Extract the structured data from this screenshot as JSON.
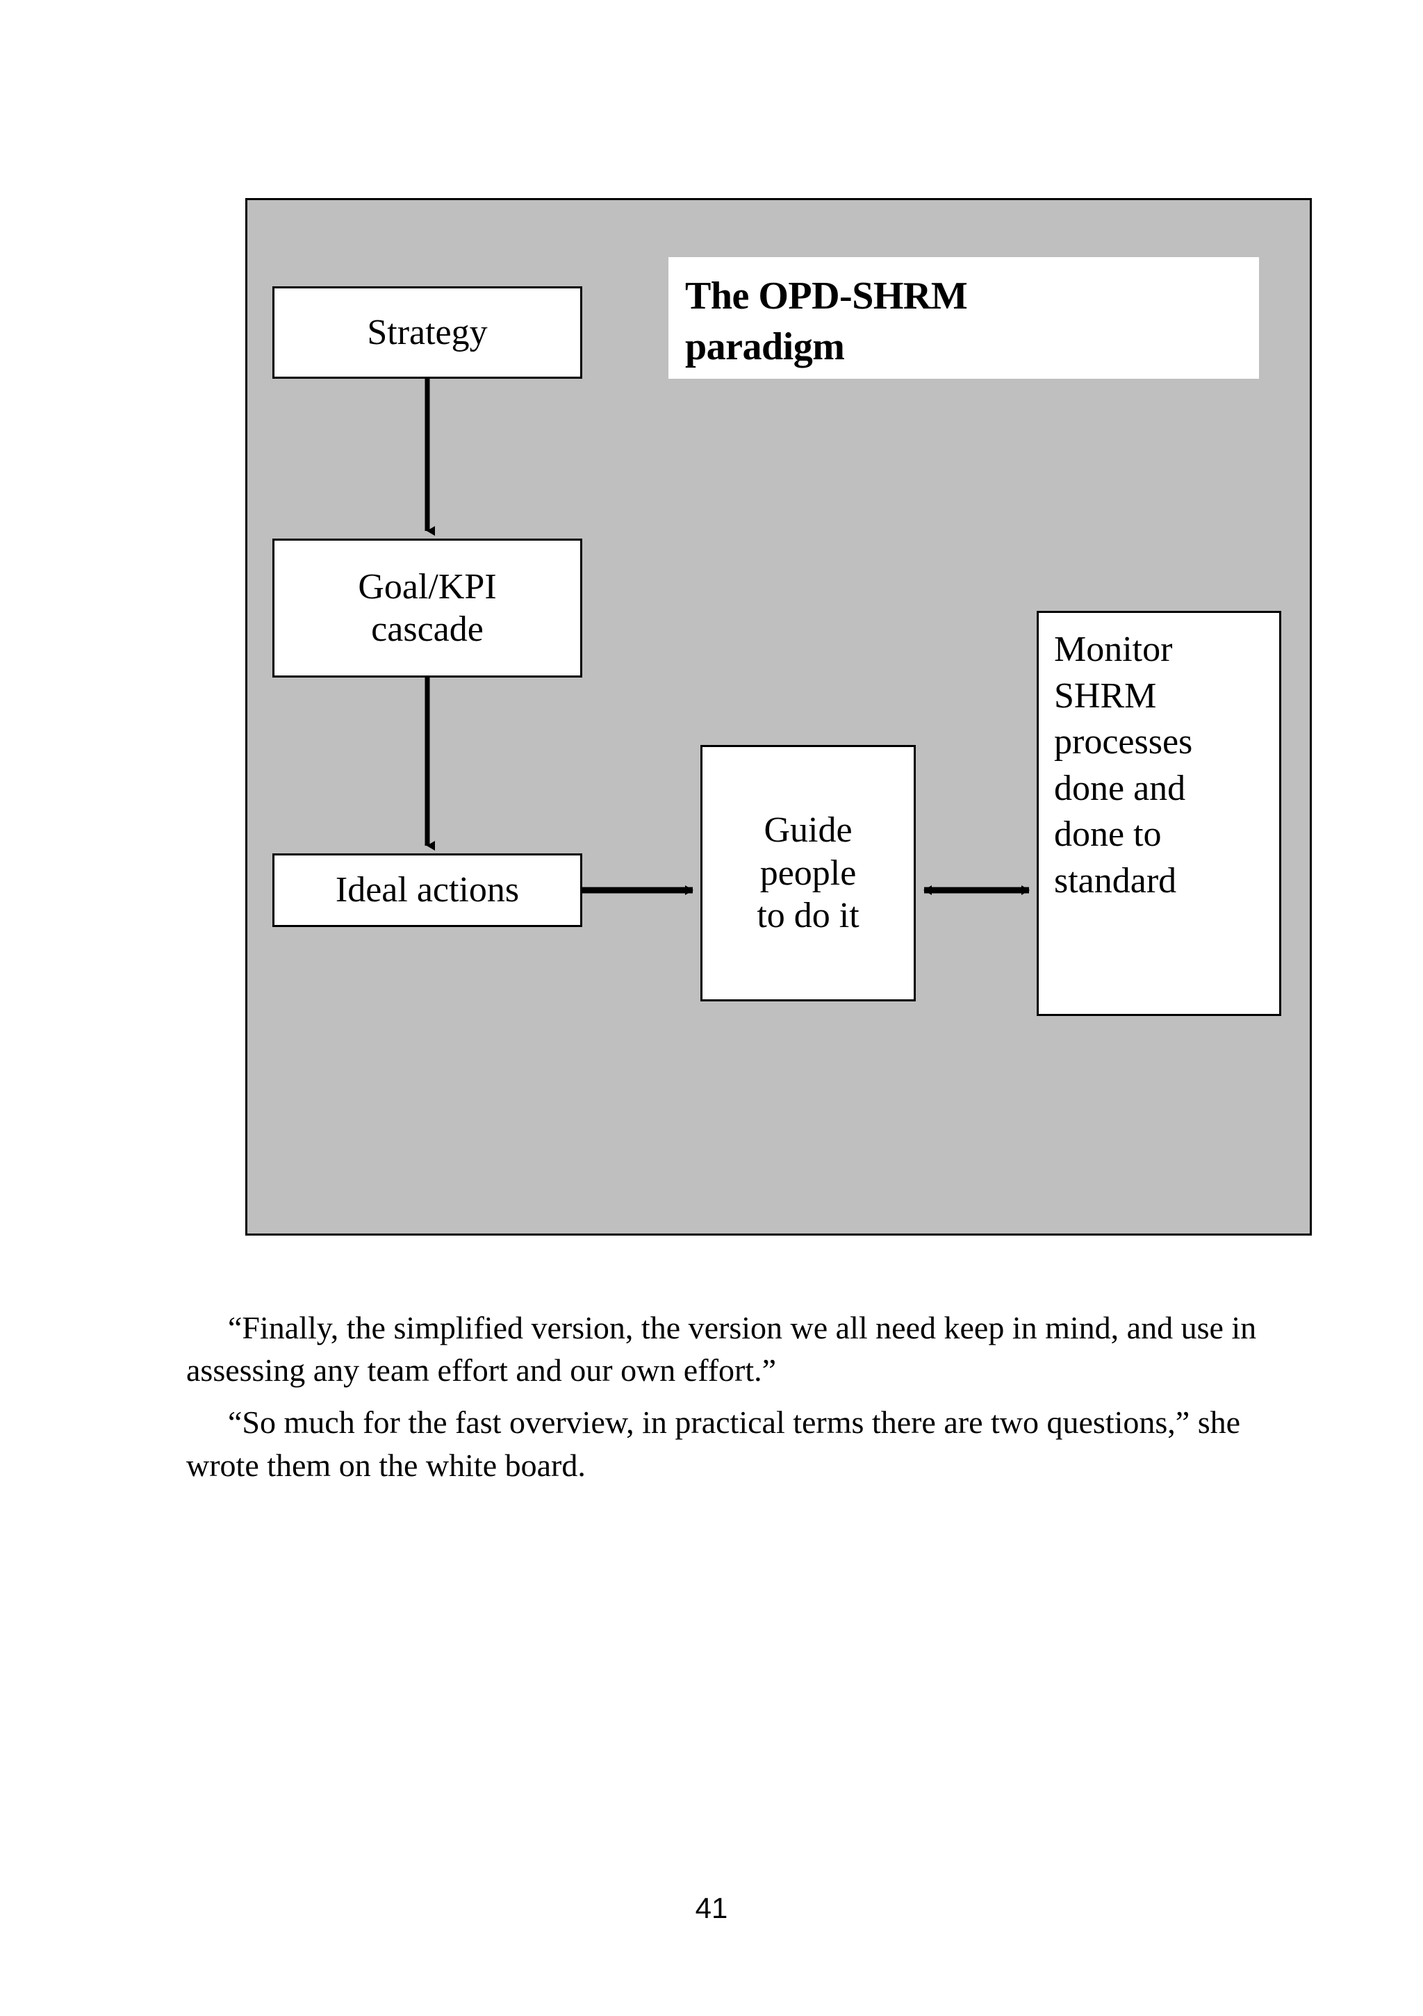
{
  "page": {
    "folio": "41",
    "background_color": "#ffffff"
  },
  "diagram": {
    "panel_background_color": "#bfbfbf",
    "border_color": "#000000",
    "title": "The OPD-SHRM\nparadigm",
    "nodes": [
      {
        "id": "strategy",
        "label": "Strategy"
      },
      {
        "id": "goal-kpi",
        "label": "Goal/KPI\ncascade"
      },
      {
        "id": "ideal-actions",
        "label": "Ideal actions"
      },
      {
        "id": "guide-people",
        "label": "Guide\npeople\nto do it"
      },
      {
        "id": "monitor",
        "label": "Monitor\nSHRM\nprocesses\ndone and\ndone to\nstandard"
      }
    ],
    "connectors": [
      {
        "id": "strategy-to-goal",
        "from": "strategy",
        "to": "goal-kpi",
        "style": "arrow-down"
      },
      {
        "id": "goal-to-ideal",
        "from": "goal-kpi",
        "to": "ideal-actions",
        "style": "arrow-down"
      },
      {
        "id": "ideal-to-guide",
        "from": "ideal-actions",
        "to": "guide-people",
        "style": "arrow-right"
      },
      {
        "id": "guide-to-monitor",
        "from": "guide-people",
        "to": "monitor",
        "style": "arrow-双-bidirectional"
      }
    ]
  },
  "body": {
    "paragraphs": [
      "“Finally, the simplified version, the version we all need keep in mind, and use in assessing any team effort and our own effort.”",
      "“So much for the fast overview, in practical terms there are two questions,” she wrote them on the white board."
    ]
  }
}
